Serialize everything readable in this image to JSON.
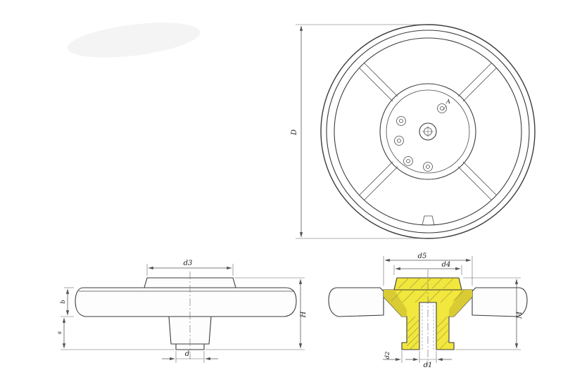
{
  "front": {
    "dim_d": "D",
    "note_a": "A"
  },
  "side": {
    "dim_d3": "d3",
    "dim_d": "d",
    "dim_b": "b",
    "dim_s": "s",
    "dim_h": "H"
  },
  "section": {
    "dim_d5": "d5",
    "dim_d4": "d4",
    "dim_m": "M",
    "dim_d1": "d1",
    "dim_d2": "d2"
  },
  "colors": {
    "line": "#3b3b3b",
    "dim": "#555555",
    "yellow": "#f1e73d",
    "yellow_dark": "#d9cb33",
    "hatch": "#a09740"
  }
}
